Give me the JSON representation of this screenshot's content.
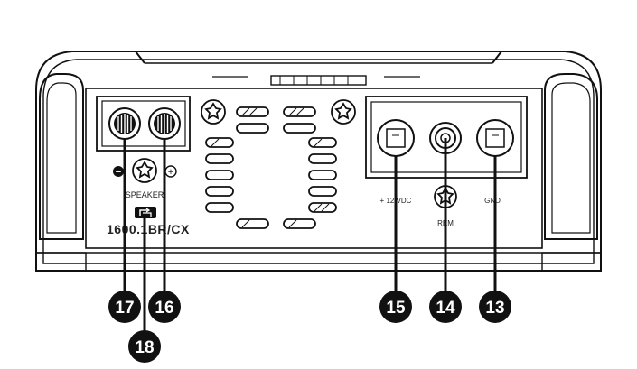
{
  "panel": {
    "speaker_minus": "−",
    "speaker_plus": "+",
    "speaker_label": "SPEAKER",
    "model": "1600.1BR/CX",
    "power_label": "+ 12 VDC",
    "remote_label": "REM",
    "ground_label": "GND"
  },
  "callouts": {
    "c13": "13",
    "c14": "14",
    "c15": "15",
    "c16": "16",
    "c17": "17",
    "c18": "18"
  },
  "colors": {
    "line": "#111111",
    "callout_fill": "#111111",
    "background": "#ffffff"
  }
}
